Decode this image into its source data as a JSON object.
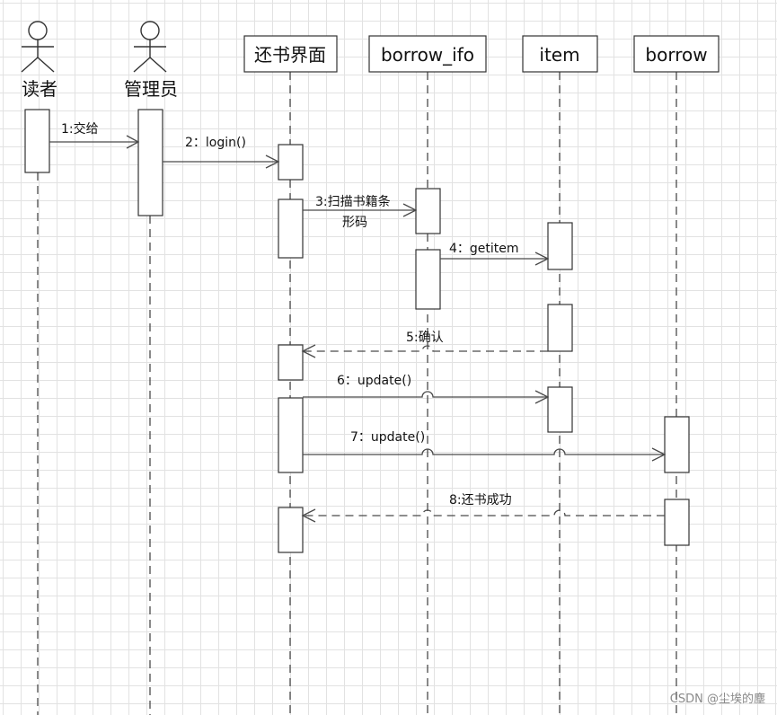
{
  "actors": [
    {
      "id": "reader",
      "label": "读者"
    },
    {
      "id": "admin",
      "label": "管理员"
    }
  ],
  "objects": [
    {
      "id": "return_ui",
      "label": "还书界面"
    },
    {
      "id": "borrow_info",
      "label": "borrow_ifo"
    },
    {
      "id": "item",
      "label": "item"
    },
    {
      "id": "borrow",
      "label": "borrow"
    }
  ],
  "messages": [
    {
      "id": "m1",
      "label": "1:交给",
      "from": "reader",
      "to": "admin",
      "style": "solid"
    },
    {
      "id": "m2",
      "label": "2：login()",
      "from": "admin",
      "to": "return_ui",
      "style": "solid"
    },
    {
      "id": "m3",
      "label": "3:扫描书籍条",
      "label2": "形码",
      "from": "return_ui",
      "to": "borrow_info",
      "style": "solid"
    },
    {
      "id": "m4",
      "label": "4：getitem",
      "from": "borrow_info",
      "to": "item",
      "style": "solid"
    },
    {
      "id": "m5",
      "label": "5:确认",
      "from": "item",
      "to": "return_ui",
      "style": "dashed"
    },
    {
      "id": "m6",
      "label": "6：update()",
      "from": "return_ui",
      "to": "item",
      "style": "solid"
    },
    {
      "id": "m7",
      "label": "7：update()",
      "from": "return_ui",
      "to": "borrow",
      "style": "solid"
    },
    {
      "id": "m8",
      "label": "8:还书成功",
      "from": "borrow",
      "to": "return_ui",
      "style": "dashed"
    }
  ],
  "watermark": "CSDN @尘埃的塵",
  "colors": {
    "line": "#4a4a4a",
    "grid": "#e2e2e2",
    "box_fill": "#ffffff"
  }
}
